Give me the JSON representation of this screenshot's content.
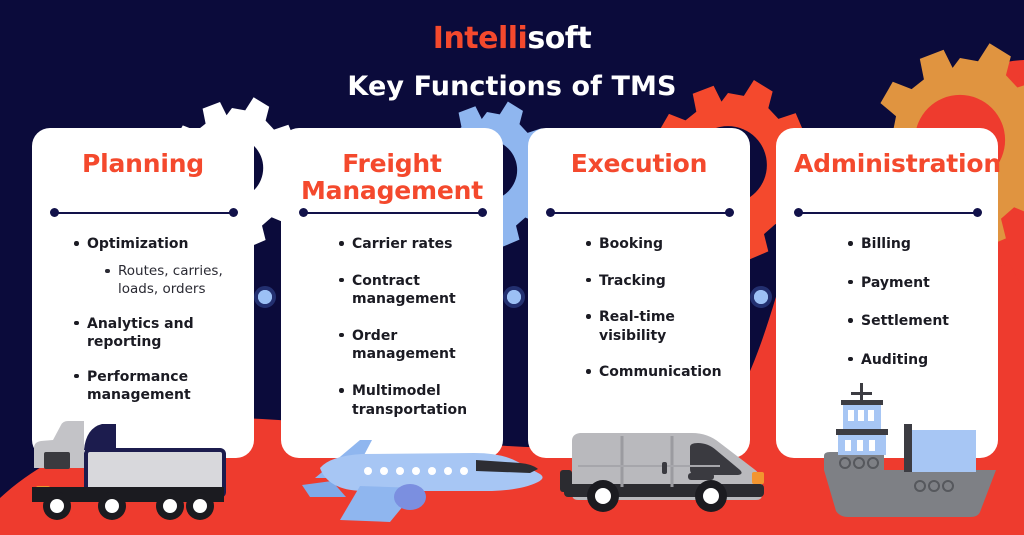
{
  "brand": {
    "part1": "Intelli",
    "part2": "soft"
  },
  "header": {
    "title": "Key Functions of TMS"
  },
  "colors": {
    "background_navy": "#0b0b3b",
    "wave_red": "#ee3b2e",
    "accent_orange_red": "#f4492d",
    "gear_orange": "#e09440",
    "gear_blue": "#8fb6ef",
    "gear_white": "#ffffff",
    "card_white": "#ffffff",
    "divider_navy": "#12124a",
    "text_dark": "#1b1b23",
    "connector_blue": "#9cc0f5"
  },
  "cards": [
    {
      "title": "Planning",
      "items": [
        {
          "label": "Optimization",
          "sub": [
            "Routes, carries, loads, orders"
          ]
        },
        {
          "label": "Analytics and reporting",
          "sub": []
        },
        {
          "label": "Performance management",
          "sub": []
        }
      ]
    },
    {
      "title": "Freight Management",
      "items": [
        {
          "label": "Carrier rates",
          "sub": []
        },
        {
          "label": "Contract management",
          "sub": []
        },
        {
          "label": "Order management",
          "sub": []
        },
        {
          "label": "Multimodel transportation",
          "sub": []
        }
      ]
    },
    {
      "title": "Execution",
      "items": [
        {
          "label": "Booking",
          "sub": []
        },
        {
          "label": "Tracking",
          "sub": []
        },
        {
          "label": "Real-time visibility",
          "sub": []
        },
        {
          "label": "Communication",
          "sub": []
        }
      ]
    },
    {
      "title": "Administration",
      "items": [
        {
          "label": "Billing",
          "sub": []
        },
        {
          "label": "Payment",
          "sub": []
        },
        {
          "label": "Settlement",
          "sub": []
        },
        {
          "label": "Auditing",
          "sub": []
        }
      ]
    }
  ],
  "decorations": {
    "gears": [
      "gear-white-icon",
      "gear-blue-icon",
      "gear-red-icon",
      "gear-orange-icon",
      "gear-red-large-icon"
    ],
    "vehicles": [
      "truck-icon",
      "airplane-icon",
      "van-icon",
      "cargo-ship-icon"
    ],
    "connectors": 3
  }
}
